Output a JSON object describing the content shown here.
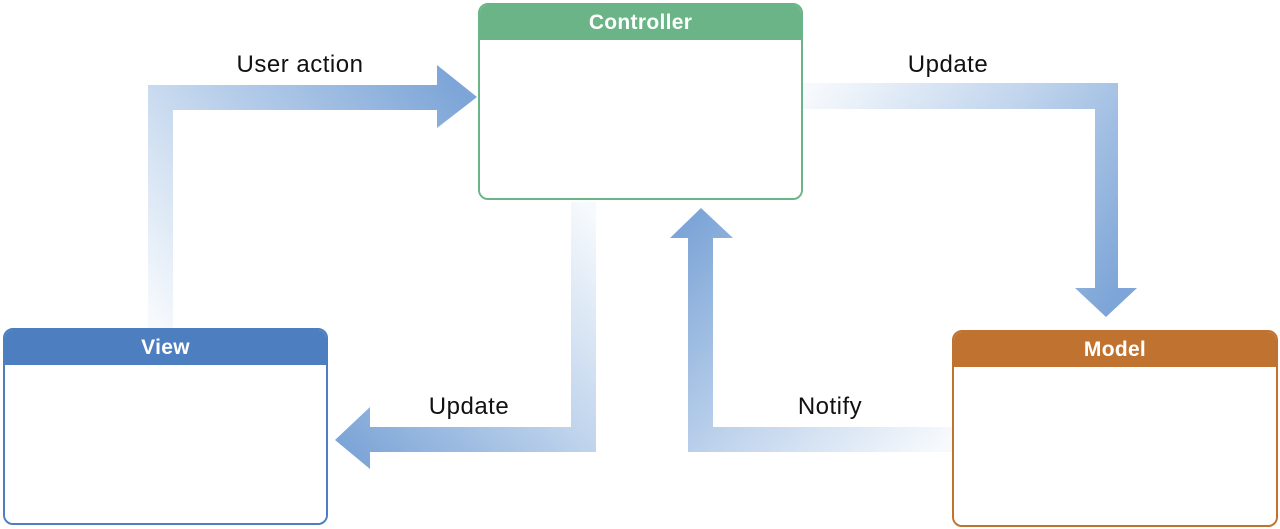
{
  "boxes": {
    "controller": {
      "label": "Controller",
      "header_color": "#6ab487"
    },
    "view": {
      "label": "View",
      "header_color": "#4d7ec0"
    },
    "model": {
      "label": "Model",
      "header_color": "#c07331"
    }
  },
  "arrows": {
    "user_action": {
      "label": "User action",
      "from": "View",
      "to": "Controller",
      "direction": "right"
    },
    "update_model": {
      "label": "Update",
      "from": "Controller",
      "to": "Model",
      "direction": "down"
    },
    "update_view": {
      "label": "Update",
      "from": "Controller",
      "to": "View",
      "direction": "left"
    },
    "notify": {
      "label": "Notify",
      "from": "Model",
      "to": "Controller",
      "direction": "up"
    }
  },
  "colors": {
    "arrow_gradient_light": "#f7fafd",
    "arrow_gradient_mid": "#bed3ec",
    "arrow_gradient_dark": "#7da5d7",
    "label_text": "#111111",
    "box_title_text": "#ffffff",
    "background": "#ffffff"
  }
}
